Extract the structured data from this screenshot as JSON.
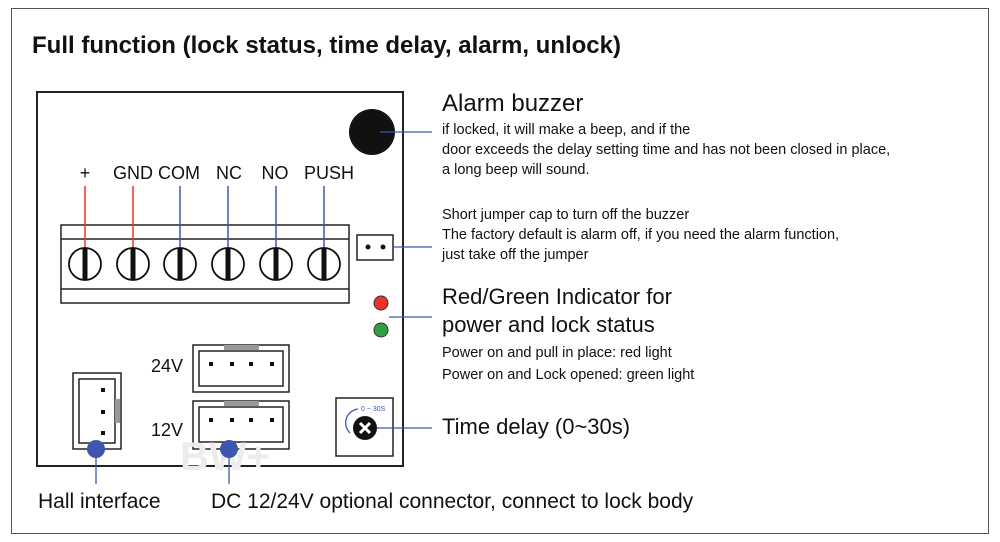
{
  "title": "Full function (lock status, time delay, alarm, unlock)",
  "terminals": [
    "+",
    "GND",
    "COM",
    "NC",
    "NO",
    "PUSH"
  ],
  "connectors": {
    "v24": "24V",
    "v12": "12V"
  },
  "knob_scale": "0 ~ 30S",
  "watermark": "BW+",
  "alarm": {
    "heading": "Alarm buzzer",
    "lines": [
      "if locked, it will make a beep, and if the",
      "door exceeds the delay setting time and has not been closed in place,",
      "a long beep will sound."
    ]
  },
  "jumper": {
    "lines": [
      "Short jumper cap to turn off the buzzer",
      "The factory default is alarm off, if you need the alarm function,",
      "just take off the jumper"
    ]
  },
  "indicator": {
    "heading": [
      "Red/Green Indicator for",
      "power and lock status"
    ],
    "lines": [
      "Power on and pull in place: red light",
      "Power on and Lock opened: green light"
    ]
  },
  "time_delay": "Time delay (0~30s)",
  "hall": "Hall interface",
  "dc": "DC 12/24V optional connector, connect to lock body",
  "colors": {
    "red": "#e8332a",
    "green": "#2ea043",
    "blue": "#3a55b4",
    "lead": "#3f56b0"
  }
}
